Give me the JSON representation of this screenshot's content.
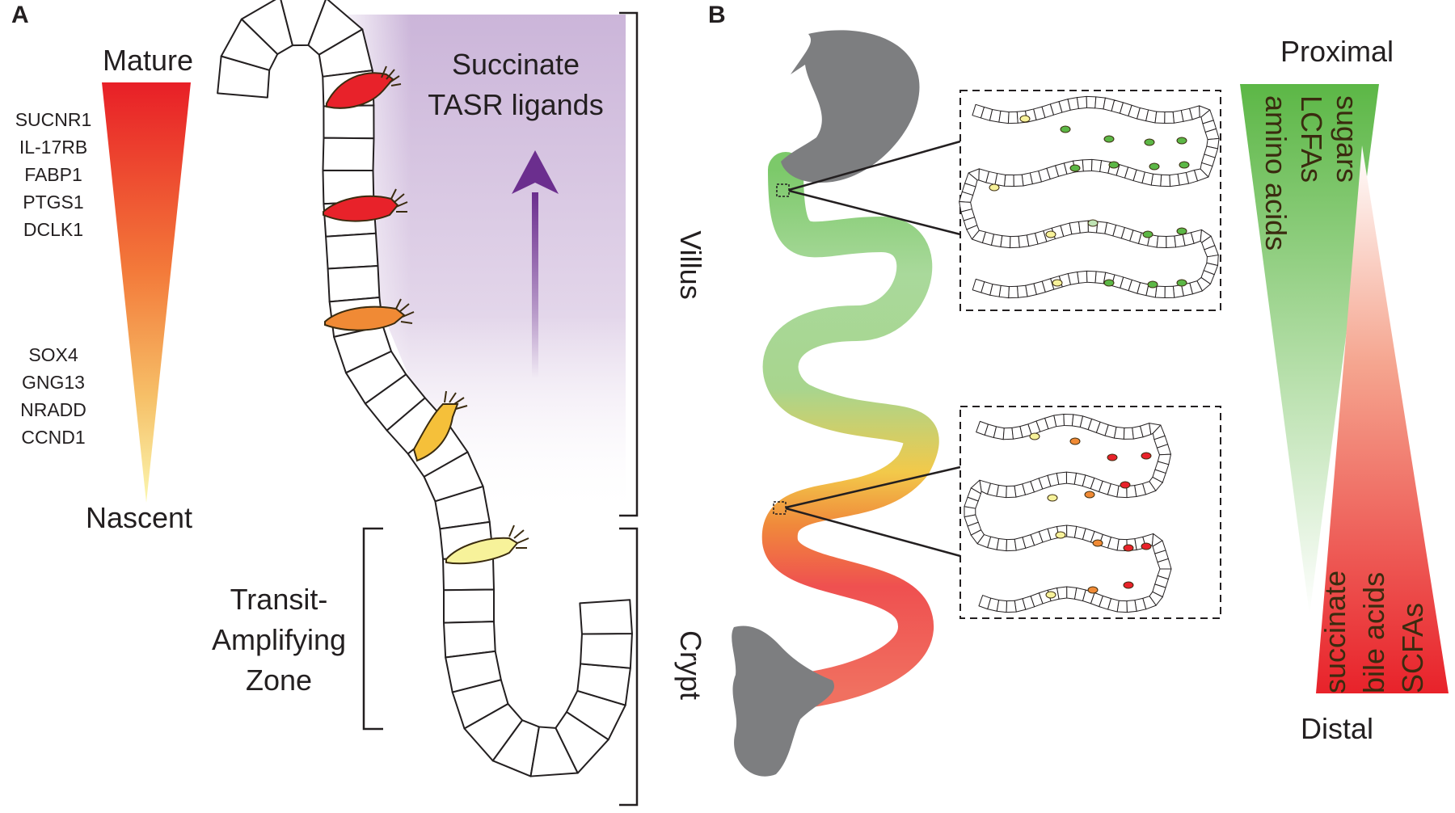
{
  "panel_a": {
    "label": "A",
    "mature": "Mature",
    "nascent": "Nascent",
    "mature_markers": [
      "SUCNR1",
      "IL-17RB",
      "FABP1",
      "PTGS1",
      "DCLK1"
    ],
    "nascent_markers": [
      "SOX4",
      "GNG13",
      "NRADD",
      "CCND1"
    ],
    "ligand_lines": [
      "Succinate",
      "TASR ligands"
    ],
    "villus": "Villus",
    "crypt": "Crypt",
    "ta_zone_lines": [
      "Transit-",
      "Amplifying",
      "Zone"
    ]
  },
  "panel_b": {
    "label": "B",
    "proximal": "Proximal",
    "distal": "Distal",
    "proximal_nutrients": [
      "sugars",
      "LCFAs",
      "amino acids"
    ],
    "distal_nutrients": [
      "succinate",
      "bile acids",
      "SCFAs"
    ]
  },
  "colors": {
    "mature_red": "#e8222a",
    "nascent_yellow": "#f7f29a",
    "orange": "#f0872e",
    "purple_arrow": "#6b2e8e",
    "proximal_green": "#5cb746",
    "distal_red": "#e8222a",
    "organ_gray": "#7d7e80"
  }
}
